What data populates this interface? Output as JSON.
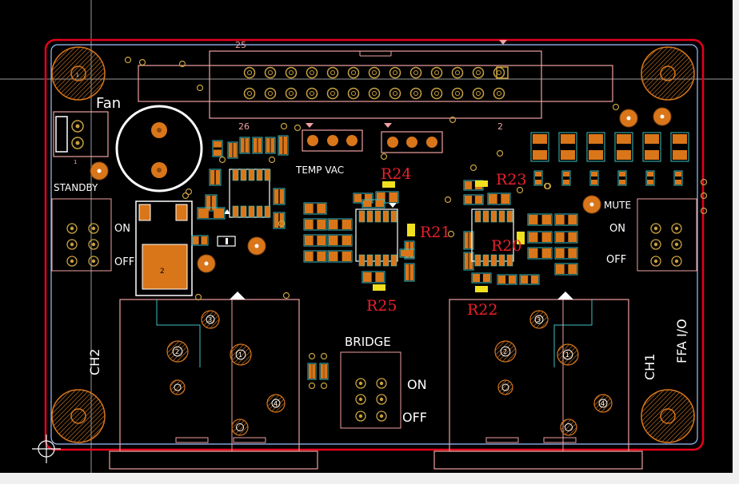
{
  "silkscreen": {
    "fan": "Fan",
    "standby": "STANDBY",
    "temp_vac": "TEMP VAC",
    "bridge": "BRIDGE",
    "mute": "MUTE",
    "ffa_io": "FFA I/O",
    "ch1": "CH1",
    "ch2": "CH2",
    "pin_25": "25",
    "pin_26": "26",
    "pin_2": "2",
    "pin_1": "1",
    "left_switch_on": "ON",
    "left_switch_off": "OFF",
    "right_switch_on": "ON",
    "right_switch_off": "OFF",
    "bridge_on": "ON",
    "bridge_off": "OFF",
    "fan_cap_pad": "2",
    "mount_pad": "1",
    "xlr_pin_1": "1",
    "xlr_pin_2": "2",
    "xlr_pin_3": "3",
    "xlr_pin_4": "4"
  },
  "designators": {
    "r20": "R20",
    "r21": "R21",
    "r22": "R22",
    "r23": "R23",
    "r24": "R24",
    "r25": "R25"
  },
  "colors": {
    "board_bg": "#000000",
    "board_outline": "#e8001c",
    "keepout": "#9fc0ff",
    "silk": "#f0a0a0",
    "pad_orange": "#d9761a",
    "via_ring": "#c8a040",
    "designator_red": "#e8202a",
    "highlight_yellow": "#f0e020",
    "pad_outline_cyan": "#40c0c0"
  }
}
